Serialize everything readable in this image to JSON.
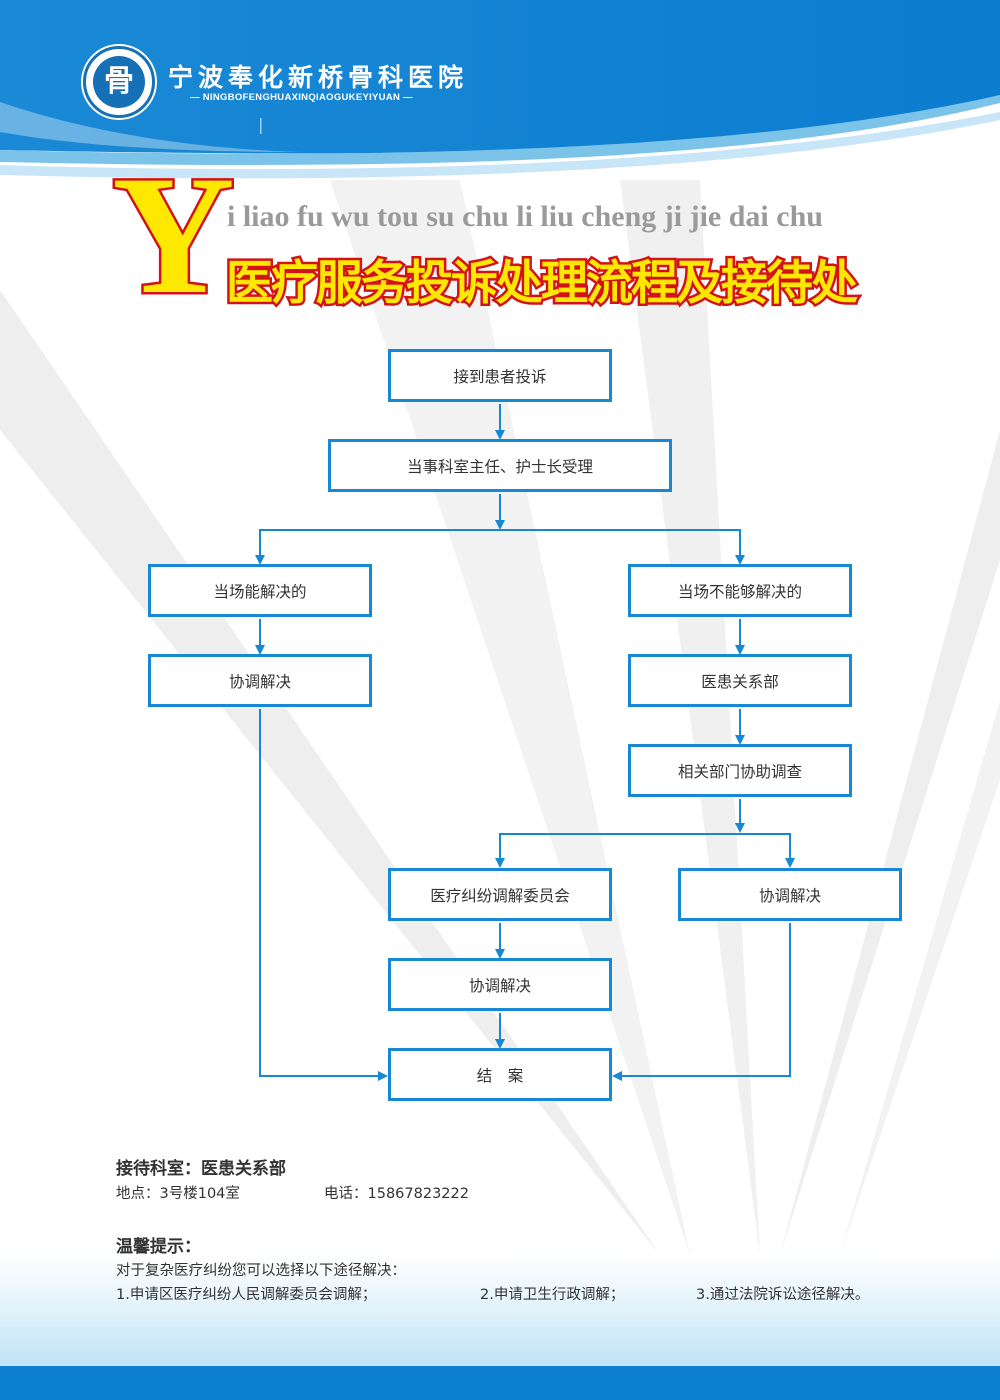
{
  "header": {
    "logo_char": "骨",
    "hospital_name": "宁波奉化新桥骨科医院",
    "hospital_pinyin": "— NINGBOFENGHUAXINQIAOGUKEYIYUAN —"
  },
  "title": {
    "initial": "Y",
    "pinyin": "i liao fu wu tou su chu li liu cheng ji jie dai chu",
    "chinese": "医疗服务投诉处理流程及接待处"
  },
  "flow": {
    "receive_complaint": "接到患者投诉",
    "dept_director_accept": "当事科室主任、护士长受理",
    "resolvable_on_site": "当场能解决的",
    "not_resolvable_on_site": "当场不能够解决的",
    "coordinate_left": "协调解决",
    "doctor_patient_dept": "医患关系部",
    "related_depts_investigate": "相关部门协助调查",
    "mediation_committee": "医疗纠纷调解委员会",
    "coordinate_right": "协调解决",
    "coordinate_center": "协调解决",
    "case_closed": "结　案"
  },
  "reception": {
    "title": "接待科室：医患关系部",
    "location": "地点：3号楼104室",
    "phone": "电话：15867823222"
  },
  "tips": {
    "title": "温馨提示：",
    "intro": "对于复杂医疗纠纷您可以选择以下途径解决：",
    "option1": "1.申请区医疗纠纷人民调解委员会调解；",
    "option2": "2.申请卫生行政调解；",
    "option3": "3.通过法院诉讼途径解决。"
  },
  "colors": {
    "brand_blue": "#1789d4",
    "header_blue": "#0d7fd0",
    "title_yellow": "#ffe800",
    "title_red": "#d31218"
  }
}
